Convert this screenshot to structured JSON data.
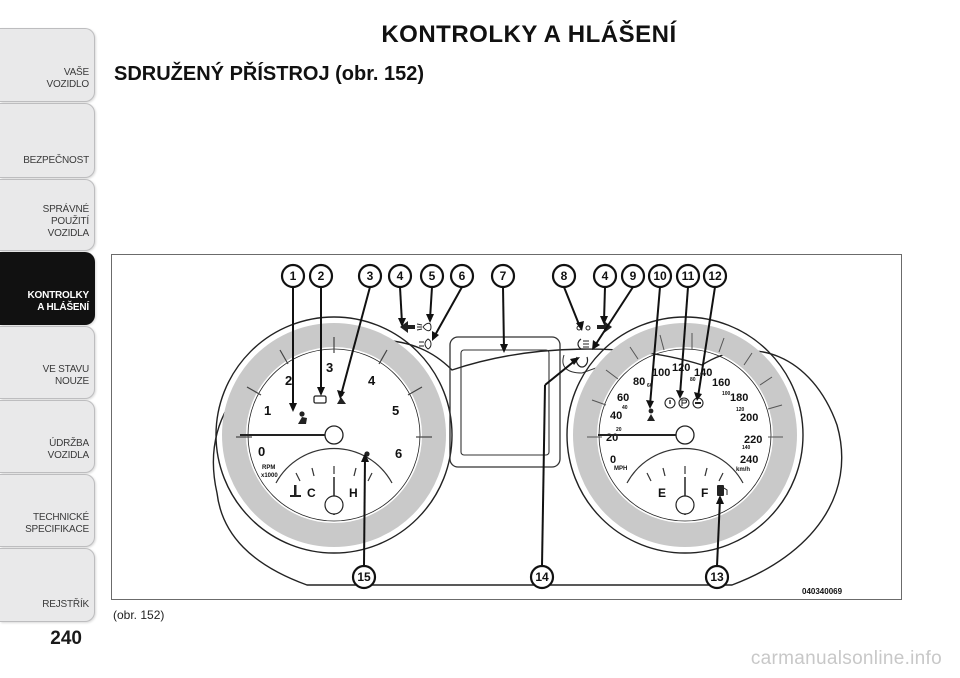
{
  "sidebar": {
    "tabs": [
      {
        "label": "VAŠE\nVOZIDLO"
      },
      {
        "label": "BEZPEČNOST"
      },
      {
        "label": "SPRÁVNÉ\nPOUŽITÍ\nVOZIDLA"
      },
      {
        "label": "KONTROLKY\nA HLÁŠENÍ"
      },
      {
        "label": "VE STAVU\nNOUZE"
      },
      {
        "label": "ÚDRŽBA\nVOZIDLA"
      },
      {
        "label": "TECHNICKÉ\nSPECIFIKACE"
      },
      {
        "label": "REJSTŘÍK"
      }
    ],
    "active_tab": "KONTROLKY A HLÁŠENÍ"
  },
  "page": {
    "number": "240",
    "title": "KONTROLKY A HLÁŠENÍ",
    "section_title": "SDRUŽENÝ PŘÍSTROJ (obr.  152)",
    "caption": "(obr. 152)"
  },
  "figure": {
    "code": "040340069",
    "callouts": [
      "1",
      "2",
      "3",
      "4",
      "5",
      "6",
      "7",
      "8",
      "4",
      "9",
      "10",
      "11",
      "12",
      "13",
      "14",
      "15"
    ],
    "tachometer": {
      "numbers": [
        "0",
        "1",
        "2",
        "3",
        "4",
        "5",
        "6"
      ],
      "unit_line1": "RPM",
      "unit_line2": "x1000",
      "temp_cold": "C",
      "temp_hot": "H"
    },
    "speedometer": {
      "kmh": [
        "0",
        "20",
        "40",
        "60",
        "80",
        "100",
        "120",
        "140",
        "160",
        "180",
        "200",
        "220",
        "240"
      ],
      "mph": [
        "20",
        "40",
        "60",
        "80",
        "100",
        "120",
        "140"
      ],
      "unit_mph": "MPH",
      "unit_kmh": "km/h",
      "fuel_empty": "E",
      "fuel_full": "F"
    }
  },
  "watermark": "carmanualsonline.info",
  "colors": {
    "active_tab": "#111111",
    "tab": "#e9e9ea",
    "gauge_grey": "#c9c9c9"
  }
}
